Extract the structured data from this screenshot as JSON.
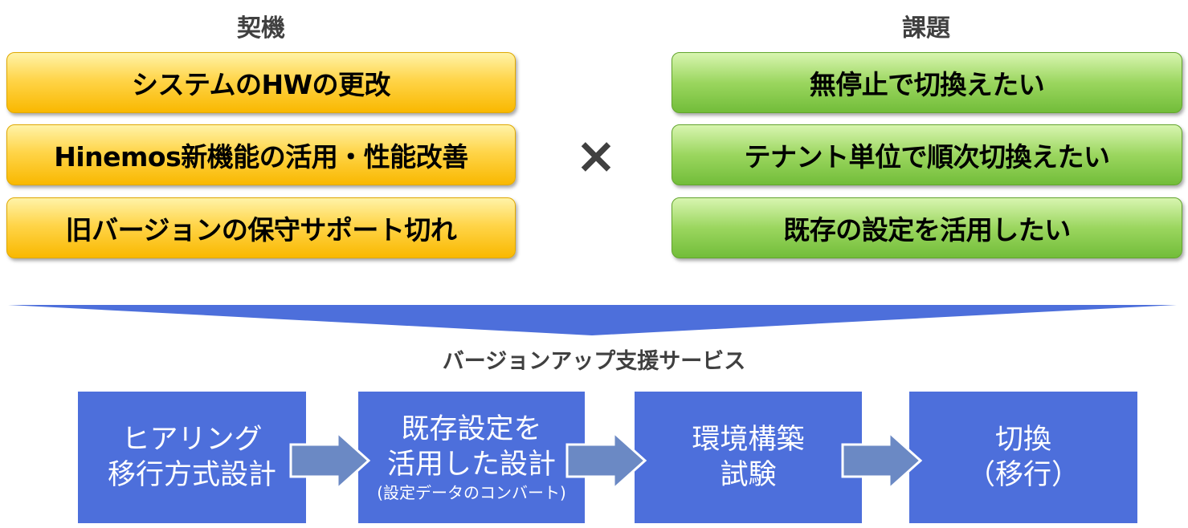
{
  "left": {
    "heading": "契機",
    "items": [
      "システムのHWの更改",
      "Hinemos新機能の活用・性能改善",
      "旧バージョンの保守サポート切れ"
    ]
  },
  "operator": "×",
  "right": {
    "heading": "課題",
    "items": [
      "無停止で切換えたい",
      "テナント単位で順次切換えたい",
      "既存の設定を活用したい"
    ]
  },
  "service": {
    "title": "バージョンアップ支援サービス"
  },
  "steps": [
    {
      "line1": "ヒアリング",
      "line2": "移行方式設計",
      "sub": ""
    },
    {
      "line1": "既存設定を",
      "line2": "活用した設計",
      "sub": "(設定データのコンバート)"
    },
    {
      "line1": "環境構築",
      "line2": "試験",
      "sub": ""
    },
    {
      "line1": "切換",
      "line2": "（移行）",
      "sub": ""
    }
  ],
  "colors": {
    "yellow": "#ffd54a",
    "green": "#9bd65f",
    "blue": "#4d6fdb",
    "arrow": "#6b89c4"
  }
}
